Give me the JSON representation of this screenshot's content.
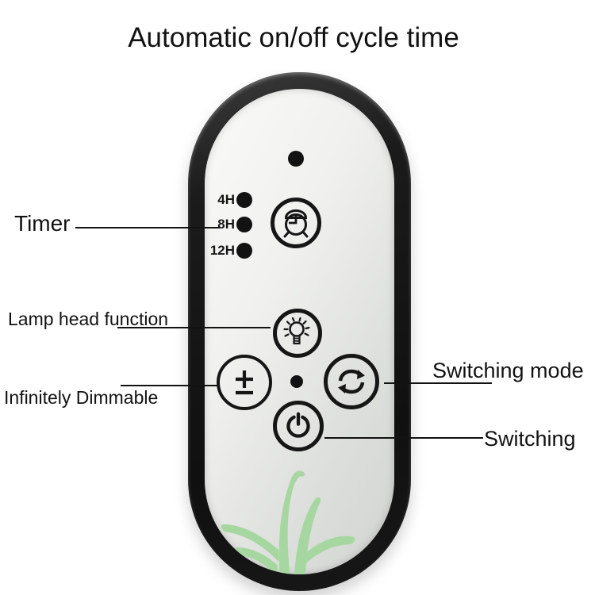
{
  "title": "Automatic on/off cycle time",
  "colors": {
    "body": "#161616",
    "face_top": "#fafaf8",
    "face_bottom": "#d2d4d1",
    "plant_green": "#a7d7a0",
    "ink": "#121212"
  },
  "remote": {
    "led": {
      "name": "indicator-led"
    },
    "timer_levels": [
      {
        "label": "4H"
      },
      {
        "label": "8H"
      },
      {
        "label": "12H"
      }
    ],
    "buttons": [
      {
        "name": "timer-button",
        "icon": "alarm-clock-icon"
      },
      {
        "name": "lamp-head-button",
        "icon": "bulb-icon"
      },
      {
        "name": "dimming-button",
        "icon": "plus-minus-icon"
      },
      {
        "name": "switch-mode-button",
        "icon": "cycle-arrows-icon"
      },
      {
        "name": "power-button",
        "icon": "power-icon"
      }
    ],
    "decoration": "plant-graphic"
  },
  "annotations": [
    {
      "target": "timer-button",
      "label": "Timer"
    },
    {
      "target": "lamp-head-button",
      "label": "Lamp head function"
    },
    {
      "target": "dimming-button",
      "label": "Infinitely Dimmable"
    },
    {
      "target": "switch-mode-button",
      "label": "Switching mode"
    },
    {
      "target": "power-button",
      "label": "Switching"
    }
  ]
}
